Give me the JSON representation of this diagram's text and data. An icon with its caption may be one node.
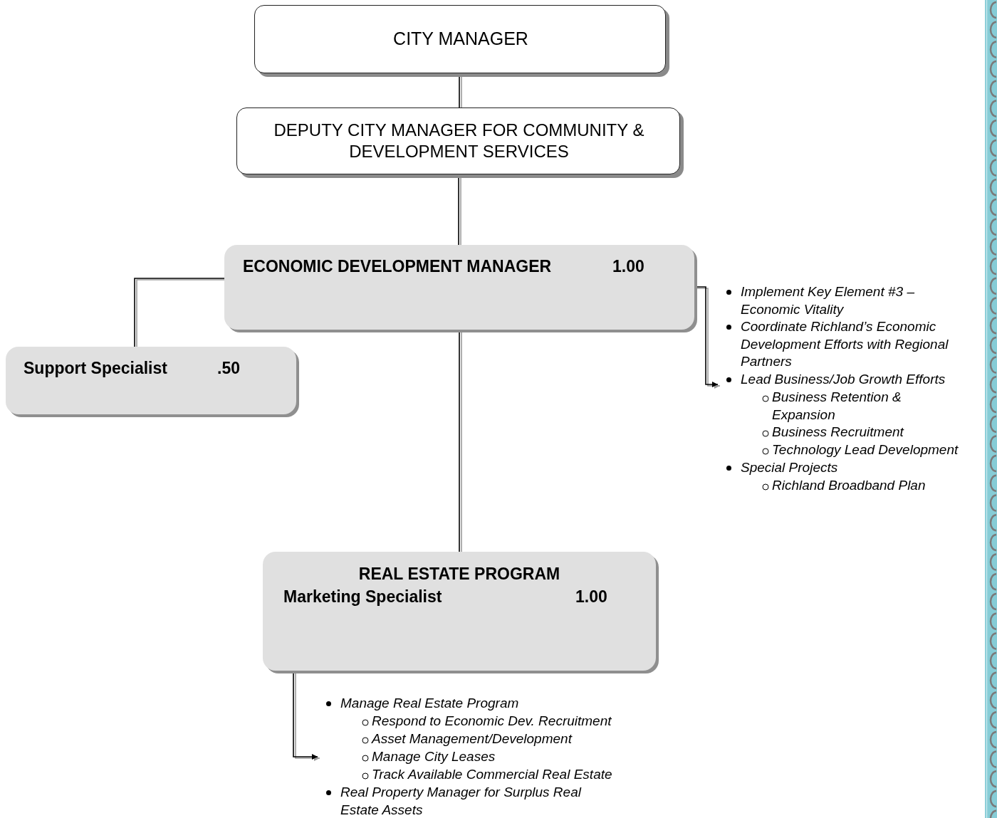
{
  "diagram": {
    "nodes": [
      {
        "text": [
          "CITY MANAGER"
        ]
      },
      {
        "text": [
          "DEPUTY CITY MANAGER FOR COMMUNITY & DEVELOPMENT SERVICES"
        ]
      },
      {
        "text": [
          "ECONOMIC DEVELOPMENT MANAGER",
          "1.00"
        ]
      },
      {
        "text": [
          "Support Specialist",
          ".50"
        ]
      },
      {
        "text": [
          "REAL ESTATE PROGRAM",
          "Marketing Specialist",
          "1.00"
        ]
      },
      {
        "text": [
          "Implement Key Element #3 – Economic Vitality",
          "Coordinate Richland’s Economic Development Efforts with Regional Partners",
          "Lead Business/Job Growth Efforts",
          "Business Retention & Expansion",
          "Business Recruitment",
          "Technology Lead Development",
          "Special Projects",
          "Richland Broadband Plan"
        ]
      },
      {
        "text": [
          "Manage Real Estate Program",
          "Respond to Economic Dev. Recruitment",
          "Asset Management/Development",
          "Manage City Leases",
          "Track Available Commercial Real Estate",
          "Real Property Manager for Surplus Real Estate Assets"
        ]
      }
    ],
    "edges": [
      {
        "from": 0,
        "to": 1,
        "arrow": "none"
      },
      {
        "from": 1,
        "to": 2,
        "arrow": "none"
      },
      {
        "from": 2,
        "to": 3,
        "arrow": "none"
      },
      {
        "from": 2,
        "to": 4,
        "arrow": "none"
      },
      {
        "from": 2,
        "to": 5,
        "arrow": "to"
      },
      {
        "from": 4,
        "to": 6,
        "arrow": "to"
      }
    ]
  }
}
